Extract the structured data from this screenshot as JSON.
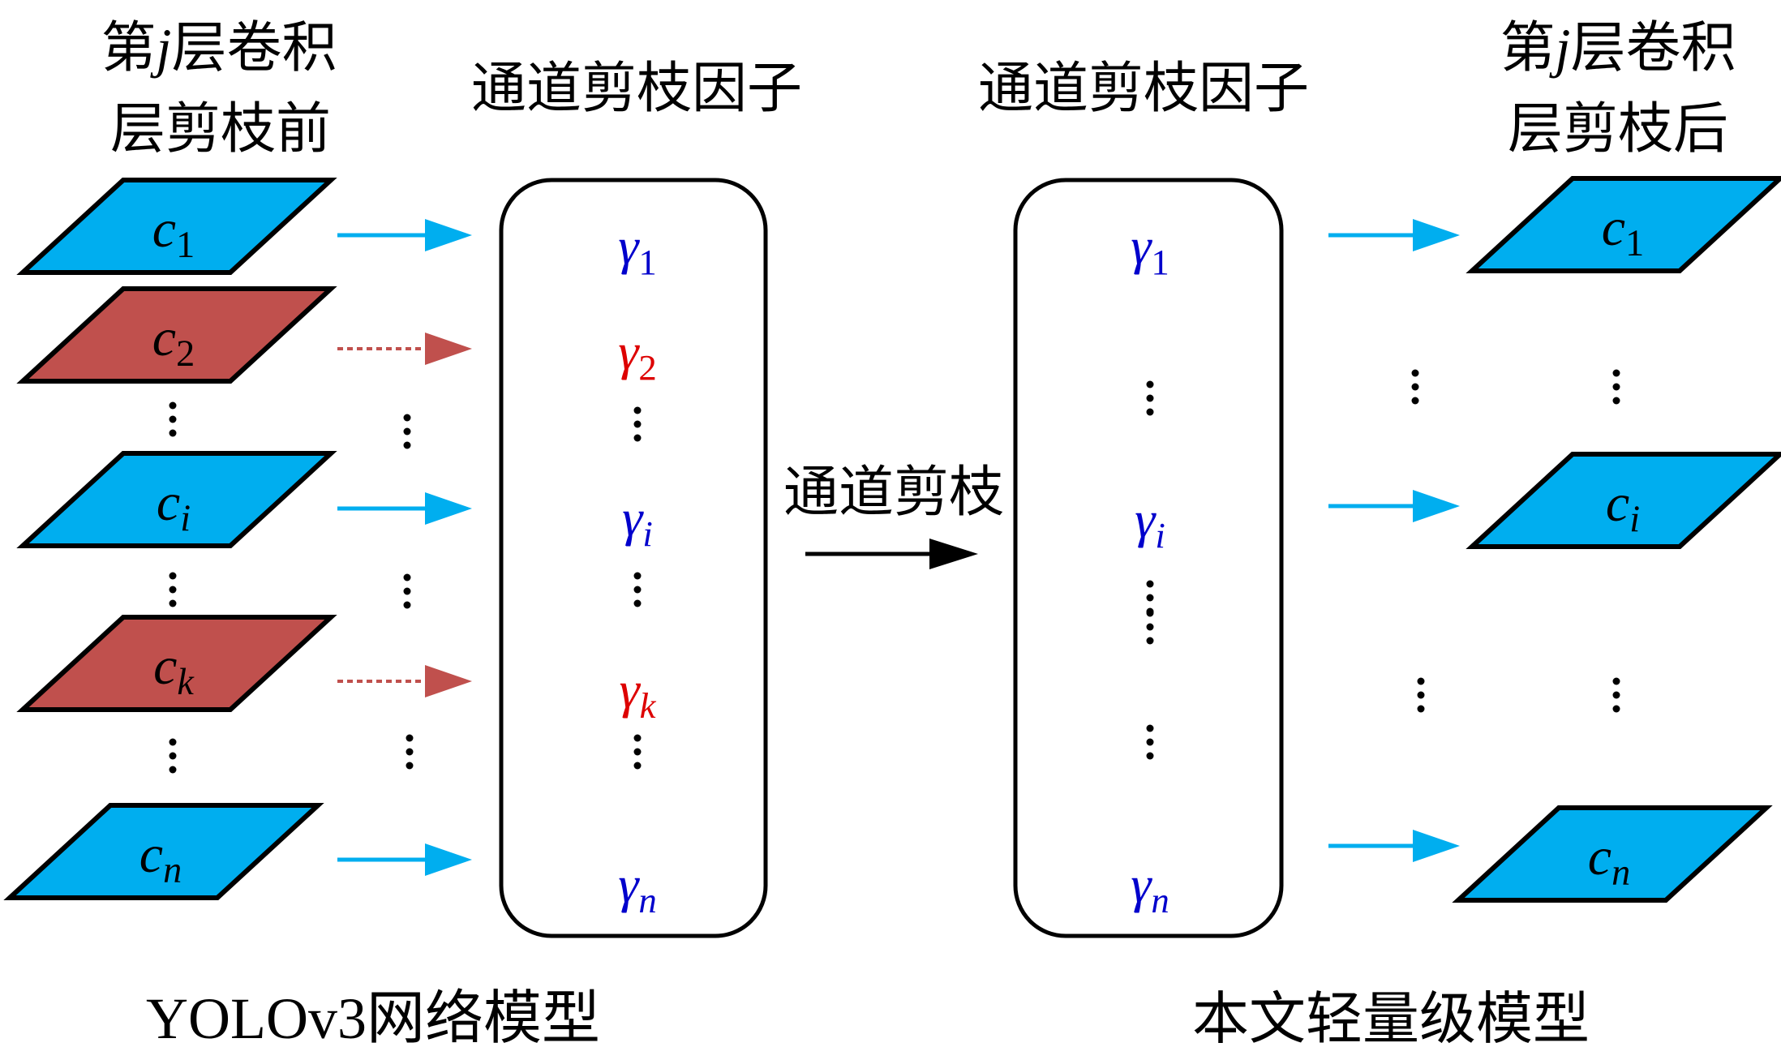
{
  "colors": {
    "kept": "#00aeef",
    "pruned": "#c0504d",
    "gamma_kept": "#0000cc",
    "gamma_pruned": "#dd0000",
    "arrow_main": "#000000"
  },
  "headers": {
    "left_title_line1": "第j层卷积",
    "left_title_line2": "层剪枝前",
    "factor_left": "通道剪枝因子",
    "factor_right": "通道剪枝因子",
    "right_title_line1": "第j层卷积",
    "right_title_line2": "层剪枝后"
  },
  "middle": {
    "prune_label": "通道剪枝"
  },
  "footers": {
    "left": "YOLOv3网络模型",
    "right": "本文轻量级模型"
  },
  "before_channels": [
    {
      "base": "c",
      "sub": "1",
      "status": "kept"
    },
    {
      "base": "c",
      "sub": "2",
      "status": "pruned"
    },
    {
      "base": "c",
      "sub": "i",
      "status": "kept"
    },
    {
      "base": "c",
      "sub": "k",
      "status": "pruned"
    },
    {
      "base": "c",
      "sub": "n",
      "status": "kept"
    }
  ],
  "before_factors": [
    {
      "base": "γ",
      "sub": "1",
      "status": "kept"
    },
    {
      "base": "γ",
      "sub": "2",
      "status": "pruned"
    },
    {
      "base": "γ",
      "sub": "i",
      "status": "kept"
    },
    {
      "base": "γ",
      "sub": "k",
      "status": "pruned"
    },
    {
      "base": "γ",
      "sub": "n",
      "status": "kept"
    }
  ],
  "after_factors": [
    {
      "base": "γ",
      "sub": "1",
      "status": "kept"
    },
    {
      "base": "γ",
      "sub": "i",
      "status": "kept"
    },
    {
      "base": "γ",
      "sub": "n",
      "status": "kept"
    }
  ],
  "after_channels": [
    {
      "base": "c",
      "sub": "1",
      "status": "kept"
    },
    {
      "base": "c",
      "sub": "i",
      "status": "kept"
    },
    {
      "base": "c",
      "sub": "n",
      "status": "kept"
    }
  ]
}
